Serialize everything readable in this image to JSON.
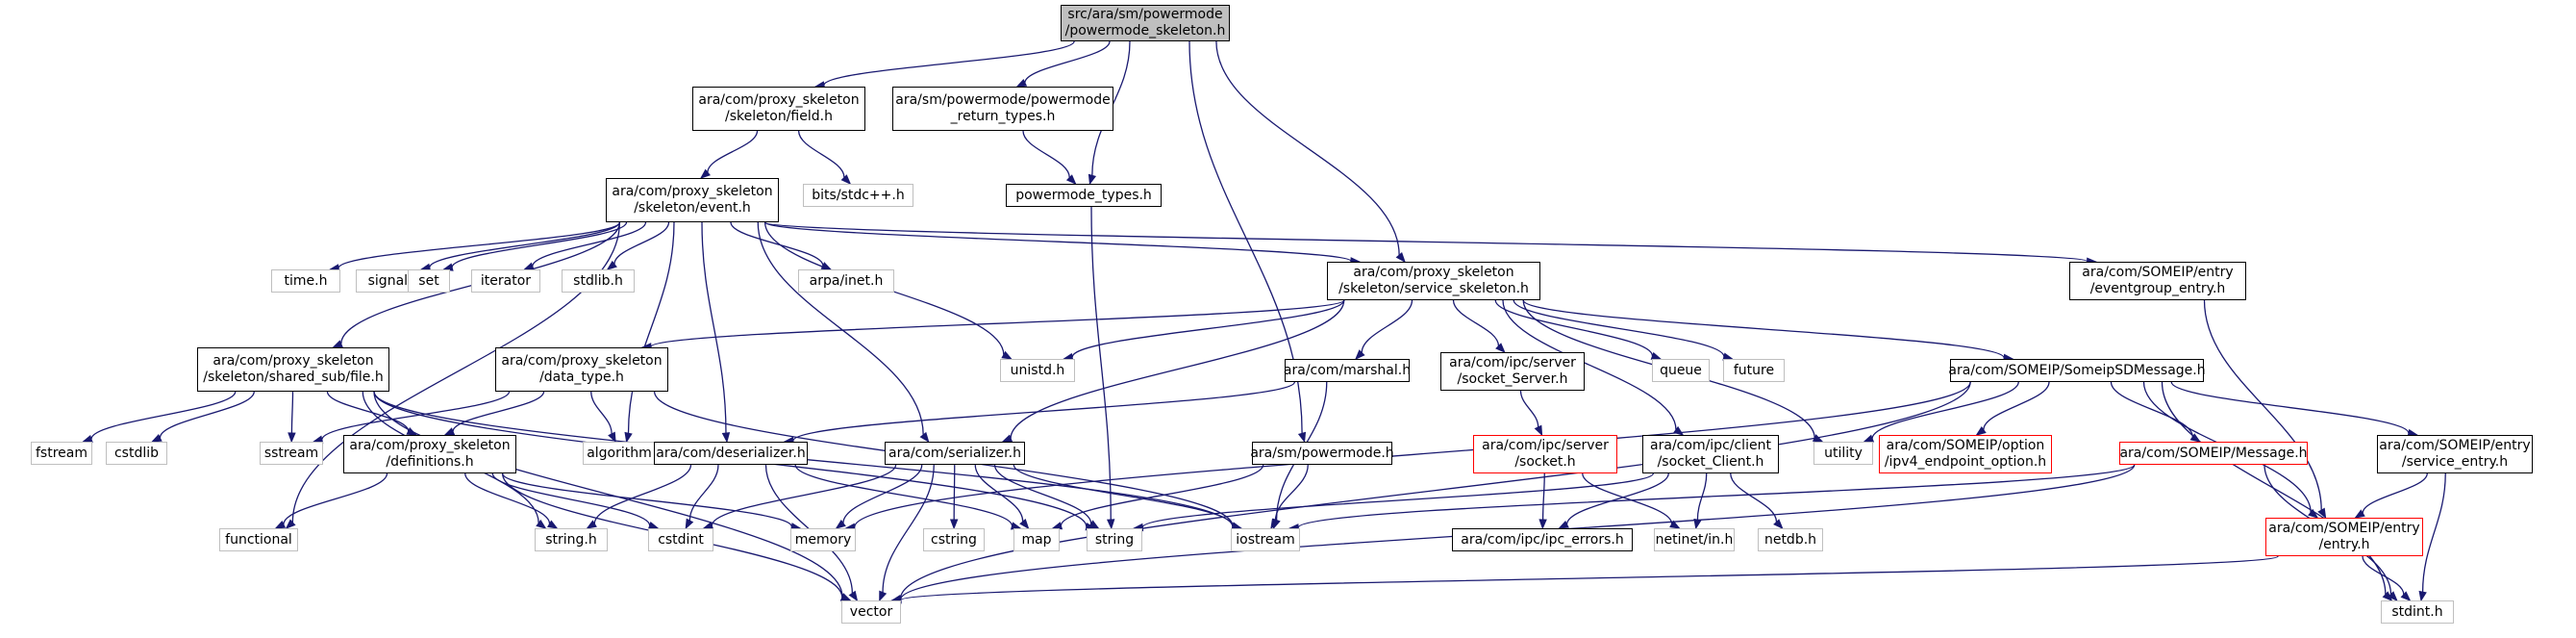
{
  "nodes": [
    {
      "id": "root",
      "type": "self",
      "lines": [
        "src/ara/sm/powermode",
        "/powermode_skeleton.h"
      ]
    },
    {
      "id": "field",
      "type": "main",
      "lines": [
        "ara/com/proxy_skeleton",
        "/skeleton/field.h"
      ]
    },
    {
      "id": "prt",
      "type": "main",
      "lines": [
        "ara/sm/powermode/powermode",
        "_return_types.h"
      ]
    },
    {
      "id": "event",
      "type": "main",
      "lines": [
        "ara/com/proxy_skeleton",
        "/skeleton/event.h"
      ]
    },
    {
      "id": "bits",
      "type": "ext",
      "lines": [
        "bits/stdc++.h"
      ]
    },
    {
      "id": "pmtypes",
      "type": "main",
      "lines": [
        "powermode_types.h"
      ]
    },
    {
      "id": "time",
      "type": "ext",
      "lines": [
        "time.h"
      ]
    },
    {
      "id": "signal",
      "type": "ext",
      "lines": [
        "signal.h"
      ]
    },
    {
      "id": "set",
      "type": "ext",
      "lines": [
        "set"
      ]
    },
    {
      "id": "iterator",
      "type": "ext",
      "lines": [
        "iterator"
      ]
    },
    {
      "id": "stdlib",
      "type": "ext",
      "lines": [
        "stdlib.h"
      ]
    },
    {
      "id": "arpa",
      "type": "ext",
      "lines": [
        "arpa/inet.h"
      ]
    },
    {
      "id": "svc",
      "type": "main",
      "lines": [
        "ara/com/proxy_skeleton",
        "/skeleton/service_skeleton.h"
      ]
    },
    {
      "id": "evgrp",
      "type": "main",
      "lines": [
        "ara/com/SOMEIP/entry",
        "/eventgroup_entry.h"
      ]
    },
    {
      "id": "shfile",
      "type": "main",
      "lines": [
        "ara/com/proxy_skeleton",
        "/skeleton/shared_sub/file.h"
      ]
    },
    {
      "id": "dtype",
      "type": "main",
      "lines": [
        "ara/com/proxy_skeleton",
        "/data_type.h"
      ]
    },
    {
      "id": "unistd",
      "type": "ext",
      "lines": [
        "unistd.h"
      ]
    },
    {
      "id": "marshal",
      "type": "main",
      "lines": [
        "ara/com/marshal.h"
      ]
    },
    {
      "id": "sockserv",
      "type": "main",
      "lines": [
        "ara/com/ipc/server",
        "/socket_Server.h"
      ]
    },
    {
      "id": "queue",
      "type": "ext",
      "lines": [
        "queue"
      ]
    },
    {
      "id": "future",
      "type": "ext",
      "lines": [
        "future"
      ]
    },
    {
      "id": "sdmsg",
      "type": "main",
      "lines": [
        "ara/com/SOMEIP/SomeipSDMessage.h"
      ]
    },
    {
      "id": "fstream",
      "type": "ext",
      "lines": [
        "fstream"
      ]
    },
    {
      "id": "cstdlib",
      "type": "ext",
      "lines": [
        "cstdlib"
      ]
    },
    {
      "id": "sstream",
      "type": "ext",
      "lines": [
        "sstream"
      ]
    },
    {
      "id": "defs",
      "type": "main",
      "lines": [
        "ara/com/proxy_skeleton",
        "/definitions.h"
      ]
    },
    {
      "id": "algorithm",
      "type": "ext",
      "lines": [
        "algorithm"
      ]
    },
    {
      "id": "deser",
      "type": "main",
      "lines": [
        "ara/com/deserializer.h"
      ]
    },
    {
      "id": "ser",
      "type": "main",
      "lines": [
        "ara/com/serializer.h"
      ]
    },
    {
      "id": "smpm",
      "type": "main",
      "lines": [
        "ara/sm/powermode.h"
      ]
    },
    {
      "id": "socket",
      "type": "trunc",
      "lines": [
        "ara/com/ipc/server",
        "/socket.h"
      ]
    },
    {
      "id": "sockcli",
      "type": "main",
      "lines": [
        "ara/com/ipc/client",
        "/socket_Client.h"
      ]
    },
    {
      "id": "utility",
      "type": "ext",
      "lines": [
        "utility"
      ]
    },
    {
      "id": "ipv4",
      "type": "trunc",
      "lines": [
        "ara/com/SOMEIP/option",
        "/ipv4_endpoint_option.h"
      ]
    },
    {
      "id": "message",
      "type": "trunc",
      "lines": [
        "ara/com/SOMEIP/Message.h"
      ]
    },
    {
      "id": "svcentry",
      "type": "main",
      "lines": [
        "ara/com/SOMEIP/entry",
        "/service_entry.h"
      ]
    },
    {
      "id": "functional",
      "type": "ext",
      "lines": [
        "functional"
      ]
    },
    {
      "id": "stringh",
      "type": "ext",
      "lines": [
        "string.h"
      ]
    },
    {
      "id": "cstdint",
      "type": "ext",
      "lines": [
        "cstdint"
      ]
    },
    {
      "id": "memory",
      "type": "ext",
      "lines": [
        "memory"
      ]
    },
    {
      "id": "cstring",
      "type": "ext",
      "lines": [
        "cstring"
      ]
    },
    {
      "id": "map",
      "type": "ext",
      "lines": [
        "map"
      ]
    },
    {
      "id": "string",
      "type": "ext",
      "lines": [
        "string"
      ]
    },
    {
      "id": "iostream",
      "type": "ext",
      "lines": [
        "iostream"
      ]
    },
    {
      "id": "ipcerr",
      "type": "main",
      "lines": [
        "ara/com/ipc/ipc_errors.h"
      ]
    },
    {
      "id": "netinet",
      "type": "ext",
      "lines": [
        "netinet/in.h"
      ]
    },
    {
      "id": "netdb",
      "type": "ext",
      "lines": [
        "netdb.h"
      ]
    },
    {
      "id": "entry",
      "type": "trunc",
      "lines": [
        "ara/com/SOMEIP/entry",
        "/entry.h"
      ]
    },
    {
      "id": "vector",
      "type": "ext",
      "lines": [
        "vector"
      ]
    },
    {
      "id": "stdint",
      "type": "ext",
      "lines": [
        "stdint.h"
      ]
    }
  ],
  "edges": [
    [
      "root",
      "field"
    ],
    [
      "root",
      "prt"
    ],
    [
      "root",
      "pmtypes"
    ],
    [
      "root",
      "smpm"
    ],
    [
      "root",
      "svc"
    ],
    [
      "field",
      "event"
    ],
    [
      "field",
      "bits"
    ],
    [
      "prt",
      "pmtypes"
    ],
    [
      "pmtypes",
      "string"
    ],
    [
      "event",
      "time"
    ],
    [
      "event",
      "signal"
    ],
    [
      "event",
      "set"
    ],
    [
      "event",
      "iterator"
    ],
    [
      "event",
      "stdlib"
    ],
    [
      "event",
      "arpa"
    ],
    [
      "event",
      "unistd"
    ],
    [
      "event",
      "svc"
    ],
    [
      "event",
      "evgrp"
    ],
    [
      "event",
      "shfile"
    ],
    [
      "event",
      "algorithm"
    ],
    [
      "event",
      "deser"
    ],
    [
      "event",
      "ser"
    ],
    [
      "event",
      "functional"
    ],
    [
      "svc",
      "dtype"
    ],
    [
      "svc",
      "unistd"
    ],
    [
      "svc",
      "marshal"
    ],
    [
      "svc",
      "ser"
    ],
    [
      "svc",
      "sockserv"
    ],
    [
      "svc",
      "queue"
    ],
    [
      "svc",
      "future"
    ],
    [
      "svc",
      "sdmsg"
    ],
    [
      "svc",
      "sockcli"
    ],
    [
      "svc",
      "utility"
    ],
    [
      "evgrp",
      "entry"
    ],
    [
      "shfile",
      "fstream"
    ],
    [
      "shfile",
      "cstdlib"
    ],
    [
      "shfile",
      "sstream"
    ],
    [
      "shfile",
      "defs"
    ],
    [
      "shfile",
      "stringh"
    ],
    [
      "shfile",
      "string"
    ],
    [
      "shfile",
      "iostream"
    ],
    [
      "shfile",
      "vector"
    ],
    [
      "dtype",
      "sstream"
    ],
    [
      "dtype",
      "algorithm"
    ],
    [
      "dtype",
      "defs"
    ],
    [
      "dtype",
      "iostream"
    ],
    [
      "marshal",
      "deser"
    ],
    [
      "marshal",
      "iostream"
    ],
    [
      "sockserv",
      "socket"
    ],
    [
      "socket",
      "ipcerr"
    ],
    [
      "socket",
      "netinet"
    ],
    [
      "sdmsg",
      "memory"
    ],
    [
      "sdmsg",
      "utility"
    ],
    [
      "sdmsg",
      "ipv4"
    ],
    [
      "sdmsg",
      "message"
    ],
    [
      "sdmsg",
      "svcentry"
    ],
    [
      "sdmsg",
      "entry"
    ],
    [
      "sdmsg",
      "vector"
    ],
    [
      "sdmsg",
      "stdint"
    ],
    [
      "defs",
      "functional"
    ],
    [
      "defs",
      "stringh"
    ],
    [
      "defs",
      "cstdint"
    ],
    [
      "defs",
      "memory"
    ],
    [
      "defs",
      "vector"
    ],
    [
      "deser",
      "stringh"
    ],
    [
      "deser",
      "cstdint"
    ],
    [
      "deser",
      "map"
    ],
    [
      "deser",
      "vector"
    ],
    [
      "ser",
      "cstdint"
    ],
    [
      "ser",
      "memory"
    ],
    [
      "ser",
      "cstring"
    ],
    [
      "ser",
      "map"
    ],
    [
      "ser",
      "string"
    ],
    [
      "ser",
      "iostream"
    ],
    [
      "ser",
      "vector"
    ],
    [
      "smpm",
      "map"
    ],
    [
      "smpm",
      "iostream"
    ],
    [
      "sockcli",
      "string"
    ],
    [
      "sockcli",
      "ipcerr"
    ],
    [
      "sockcli",
      "netinet"
    ],
    [
      "sockcli",
      "netdb"
    ],
    [
      "message",
      "iostream"
    ],
    [
      "message",
      "vector"
    ],
    [
      "message",
      "stdint"
    ],
    [
      "svcentry",
      "entry"
    ],
    [
      "svcentry",
      "stdint"
    ],
    [
      "entry",
      "vector"
    ],
    [
      "entry",
      "stdint"
    ]
  ]
}
